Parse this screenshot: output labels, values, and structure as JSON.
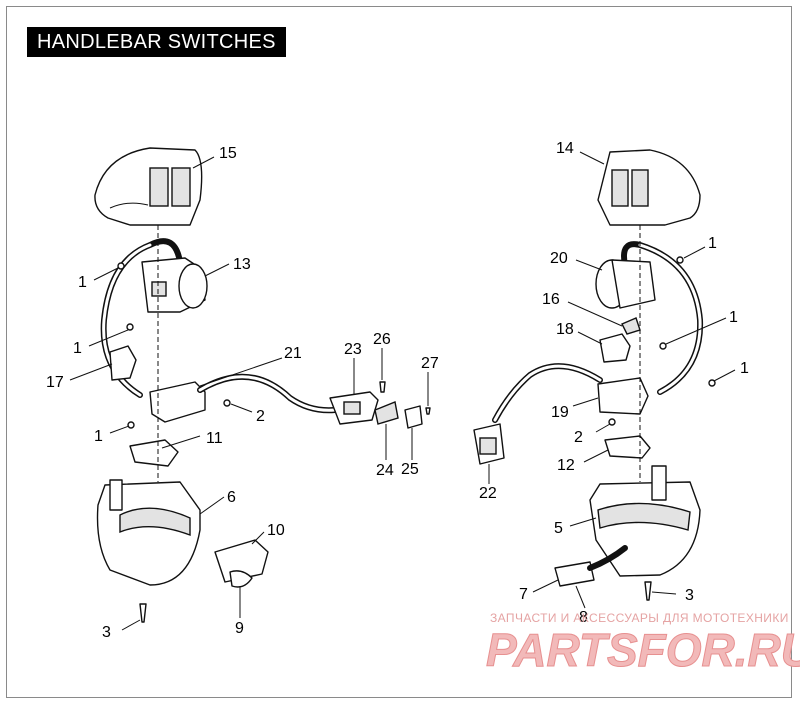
{
  "title": "HANDLEBAR SWITCHES",
  "callouts": [
    "15",
    "14",
    "1",
    "13",
    "20",
    "1",
    "16",
    "1",
    "18",
    "1",
    "17",
    "21",
    "23",
    "26",
    "27",
    "1",
    "19",
    "2",
    "1",
    "11",
    "2",
    "12",
    "24",
    "25",
    "22",
    "6",
    "5",
    "10",
    "7",
    "3",
    "3",
    "8",
    "9"
  ],
  "watermark": {
    "caption": "ЗАПЧАСТИ И АКСЕССУАРЫ ДЛЯ МОТОТЕХНИКИ",
    "brand": "PARTSFOR.RU",
    "color": "#e79090"
  }
}
